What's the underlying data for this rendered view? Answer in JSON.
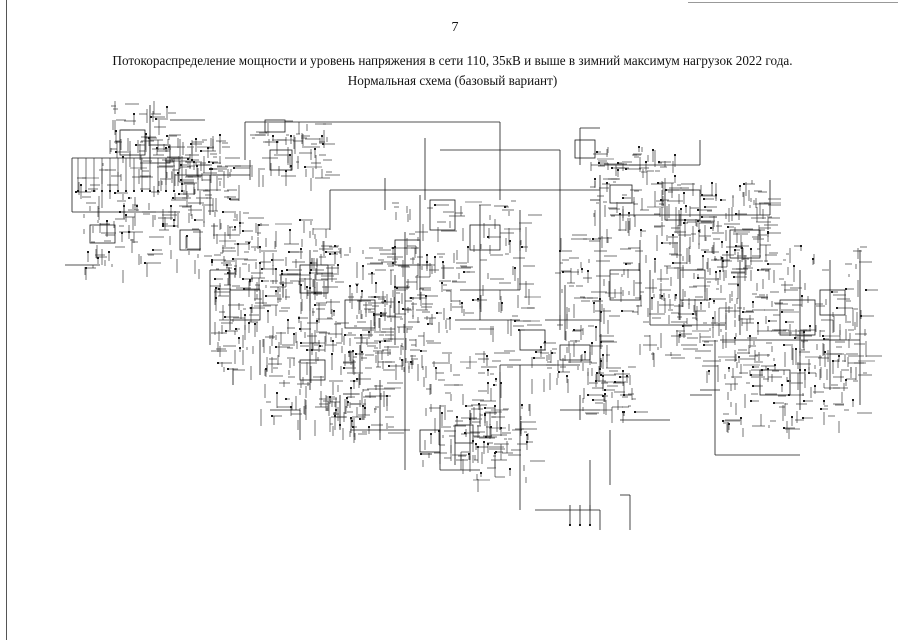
{
  "page": {
    "number": "7",
    "title_line1": "Потокораспределение мощности и уровень напряжения в сети 110, 35кВ и выше в зимний максимум нагрузок 2022 года.",
    "title_line2": "Нормальная схема (базовый вариант)"
  },
  "diagram": {
    "kind": "electrical network schematic",
    "ink_color": "#1a1a1a"
  }
}
